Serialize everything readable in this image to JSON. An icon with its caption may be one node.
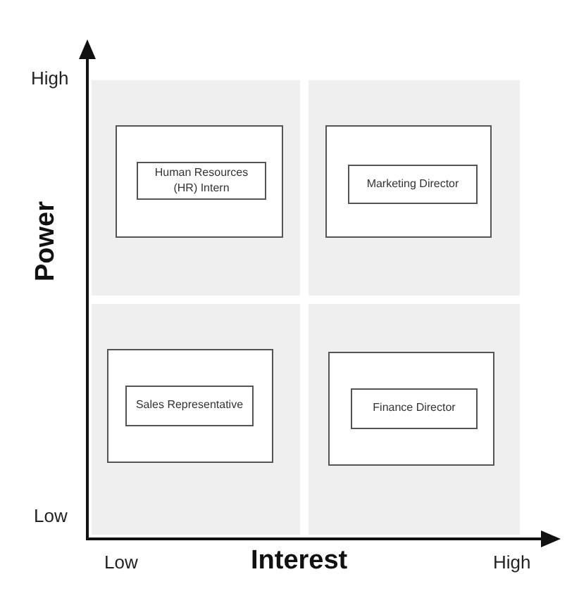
{
  "diagram": {
    "nodes": [
      {
        "text": [],
        "shape": "box"
      },
      {
        "text": [],
        "shape": "box",
        "in": 0
      },
      {
        "text": [
          "Human Resources (HR) Intern"
        ],
        "in": 1
      },
      {
        "text": [],
        "shape": "box"
      },
      {
        "text": [],
        "shape": "box",
        "in": 3
      },
      {
        "text": [
          "Marketing Director"
        ],
        "in": 4
      },
      {
        "text": [],
        "shape": "box"
      },
      {
        "text": [],
        "shape": "box",
        "in": 6
      },
      {
        "text": [
          "Sales Representative"
        ],
        "in": 7
      },
      {
        "text": [],
        "shape": "box"
      },
      {
        "text": [],
        "shape": "box",
        "in": 9
      },
      {
        "text": [
          "Finance Director"
        ],
        "in": 10
      }
    ],
    "edges": [],
    "labels": [
      "High",
      "Power",
      "Low",
      "Low",
      "Interest",
      "High"
    ]
  }
}
